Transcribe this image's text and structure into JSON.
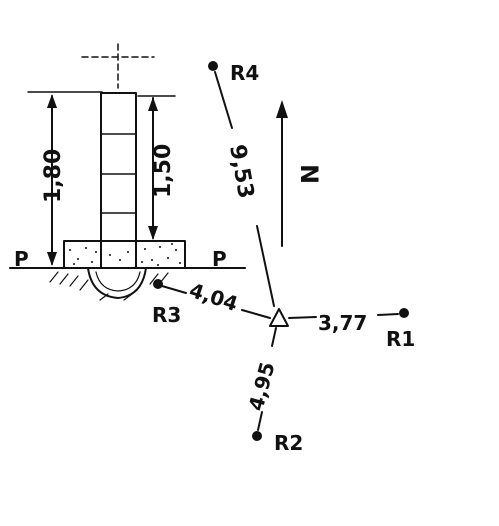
{
  "benchmark": {
    "height_total": "1,80",
    "height_visible": "1,50",
    "ground_label_left": "P",
    "ground_label_right": "P"
  },
  "north": {
    "label": "N"
  },
  "references": [
    {
      "id": "R1",
      "label": "R1",
      "distance": "3,77"
    },
    {
      "id": "R2",
      "label": "R2",
      "distance": "4,95"
    },
    {
      "id": "R3",
      "label": "R3",
      "distance": "4,04"
    },
    {
      "id": "R4",
      "label": "R4",
      "distance": "9,53"
    }
  ],
  "colors": {
    "ink": "#111111",
    "paper": "#ffffff"
  }
}
